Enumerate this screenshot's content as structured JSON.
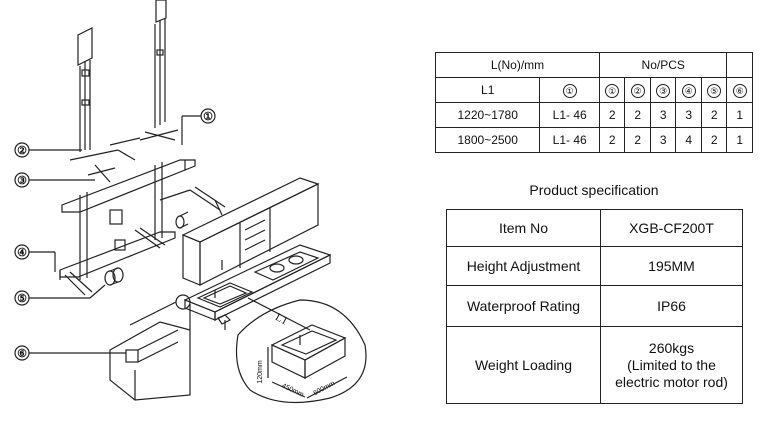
{
  "drawing": {
    "callouts": [
      "①",
      "②",
      "③",
      "④",
      "⑤",
      "⑥"
    ],
    "dimension_label": "L1",
    "sink_dimensions": {
      "height": "120mm",
      "width": "450mm",
      "depth": "600mm"
    }
  },
  "size_table": {
    "header": {
      "length": "L(No)/mm",
      "pcs": "No/PCS"
    },
    "subheader": [
      "L1",
      "①",
      "①",
      "②",
      "③",
      "④",
      "⑤",
      "⑥"
    ],
    "rows": [
      [
        "1220~1780",
        "L1- 46",
        "2",
        "2",
        "3",
        "3",
        "2",
        "1"
      ],
      [
        "1800~2500",
        "L1- 46",
        "2",
        "2",
        "3",
        "4",
        "2",
        "1"
      ]
    ]
  },
  "spec": {
    "title": "Product specification",
    "rows": [
      {
        "key": "Item No",
        "value": "XGB-CF200T"
      },
      {
        "key": "Height Adjustment",
        "value": "195MM"
      },
      {
        "key": "Waterproof Rating",
        "value": "IP66"
      },
      {
        "key": "Weight Loading",
        "value": "260kgs\n(Limited to the\nelectric motor rod)"
      }
    ]
  }
}
